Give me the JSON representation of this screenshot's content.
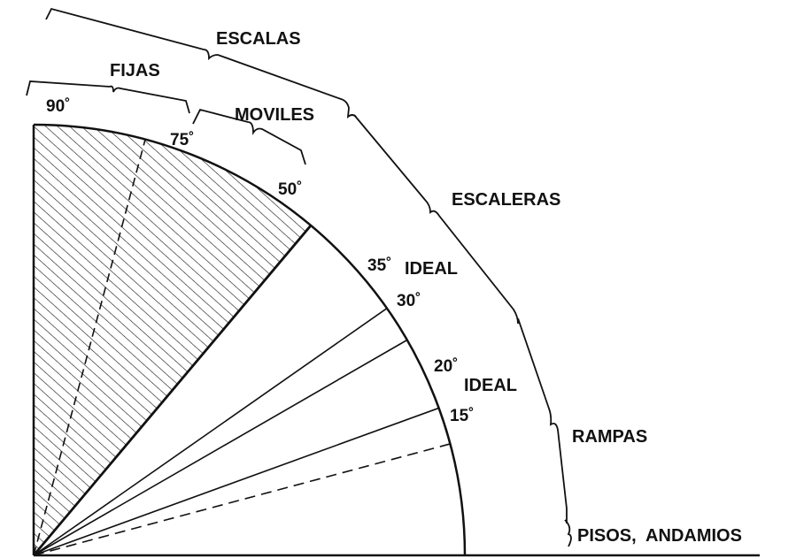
{
  "colors": {
    "ink": "#111111",
    "background": "#ffffff"
  },
  "angles": [
    {
      "value": 90,
      "label": "90˚",
      "line": "solid"
    },
    {
      "value": 75,
      "label": "75˚",
      "line": "dashed"
    },
    {
      "value": 50,
      "label": "50˚",
      "line": "solid-bold"
    },
    {
      "value": 35,
      "label": "35˚",
      "line": "solid"
    },
    {
      "value": 30,
      "label": "30˚",
      "line": "solid"
    },
    {
      "value": 20,
      "label": "20˚",
      "line": "solid"
    },
    {
      "value": 15,
      "label": "15˚",
      "line": "dashed"
    }
  ],
  "hatched_range_degrees": [
    50,
    90
  ],
  "ideal_labels": {
    "stairs": "IDEAL",
    "ramps": "IDEAL"
  },
  "categories": {
    "escalas": {
      "label": "ESCALAS",
      "range_degrees": [
        50,
        90
      ]
    },
    "fijas": {
      "label": "FIJAS",
      "range_degrees": [
        75,
        90
      ]
    },
    "moviles": {
      "label": "MOVILES",
      "range_degrees": [
        50,
        75
      ]
    },
    "escaleras": {
      "label": "ESCALERAS",
      "range_degrees": [
        20,
        50
      ]
    },
    "rampas": {
      "label": "RAMPAS",
      "range_degrees": [
        0,
        20
      ]
    },
    "pisos": {
      "label": "PISOS,  ANDAMIOS",
      "range_degrees": [
        0,
        0
      ]
    }
  }
}
